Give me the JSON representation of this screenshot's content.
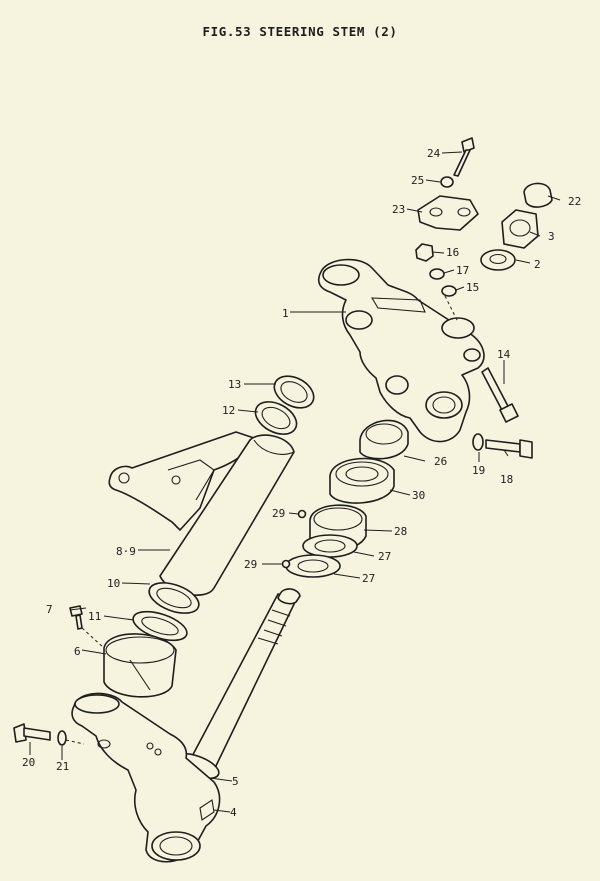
{
  "title": "FIG.53  STEERING STEM (2)",
  "labels": {
    "l1": "1",
    "l2": "2",
    "l3": "3",
    "l4": "4",
    "l5": "5",
    "l6": "6",
    "l7": "7",
    "l89": "8·9",
    "l10": "10",
    "l11": "11",
    "l12": "12",
    "l13": "13",
    "l14": "14",
    "l15": "15",
    "l16": "16",
    "l17": "17",
    "l18": "18",
    "l19": "19",
    "l20": "20",
    "l21": "21",
    "l22": "22",
    "l23": "23",
    "l24": "24",
    "l25": "25",
    "l26": "26",
    "l27a": "27",
    "l27b": "27",
    "l28": "28",
    "l29a": "29",
    "l29b": "29",
    "l30": "30"
  }
}
